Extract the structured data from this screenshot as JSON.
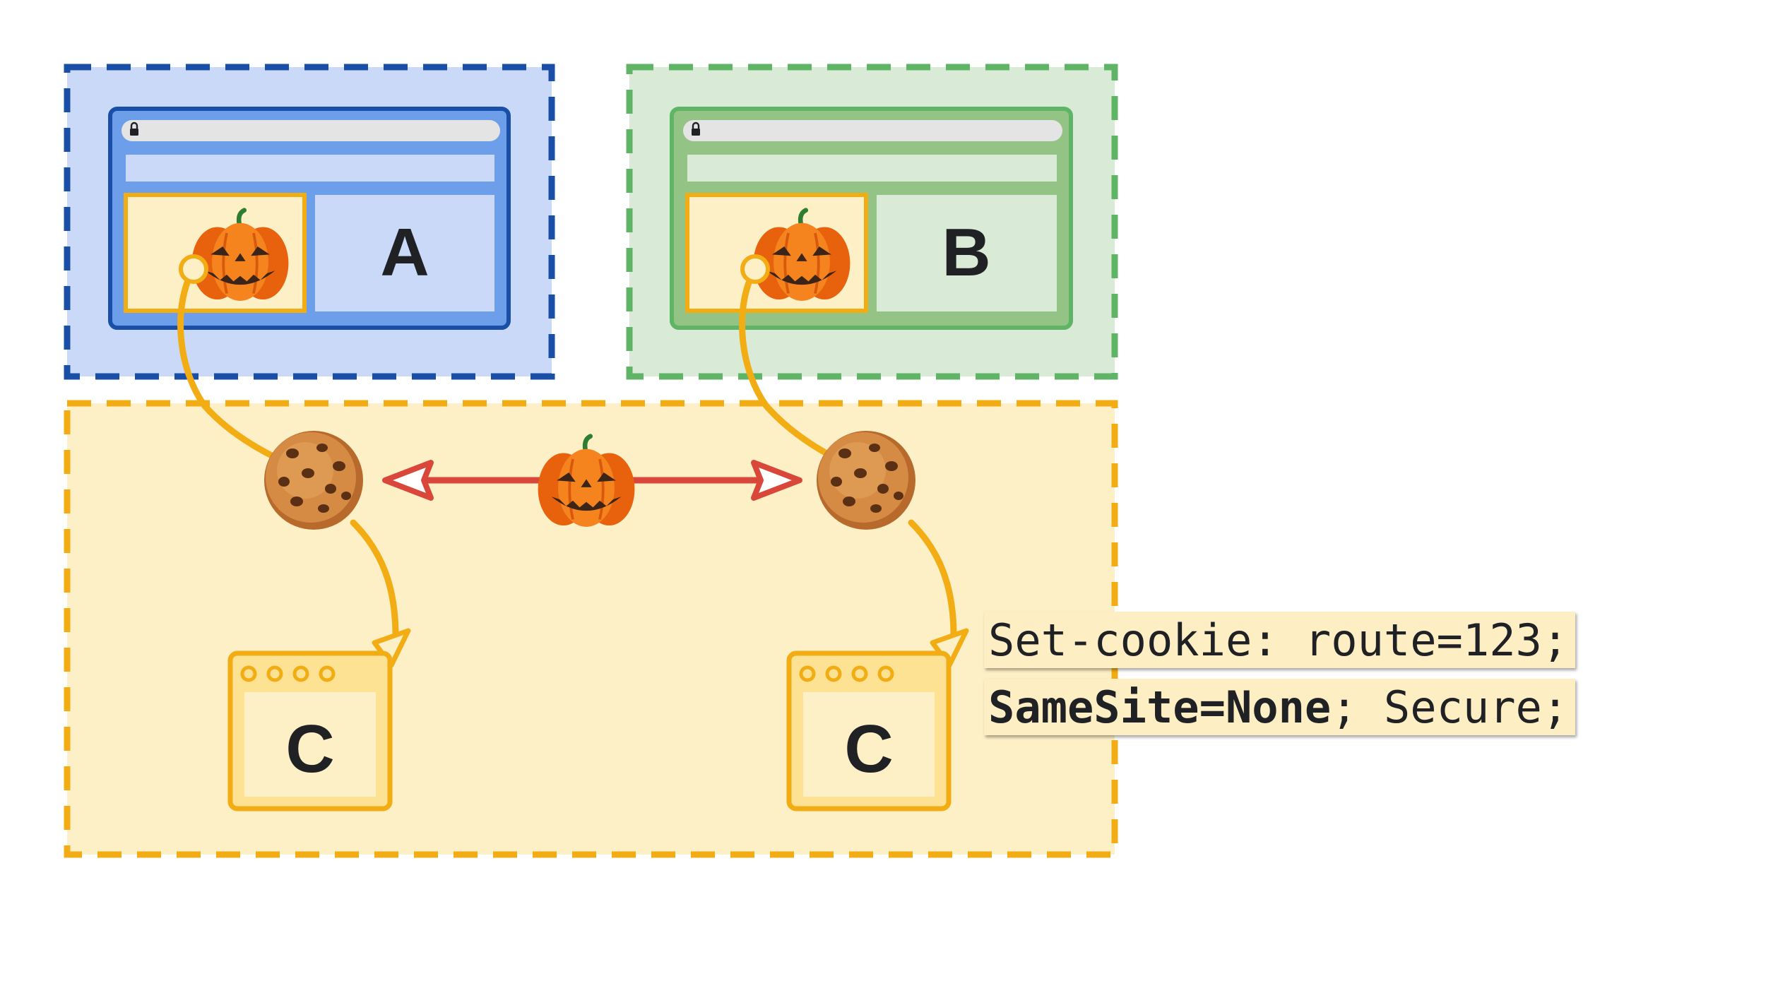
{
  "sites": {
    "a": {
      "letter": "A",
      "color": "#1a4fa8"
    },
    "b": {
      "letter": "B",
      "color": "#5fb466"
    },
    "c": {
      "letter": "C",
      "color": "#f3ad14"
    }
  },
  "code": {
    "line1": "Set-cookie: route=123;",
    "line2_bold": "SameSite=None",
    "line2_rest": "; Secure;"
  },
  "colors": {
    "blue_zone": "#c9d9f7",
    "green_zone": "#d9ead6",
    "yellow_zone": "#fdefc6",
    "arrow_red": "#d9473a",
    "cookie_path": "#f3ad14"
  },
  "icons": [
    "pumpkin-icon",
    "cookie-icon",
    "lock-icon"
  ]
}
